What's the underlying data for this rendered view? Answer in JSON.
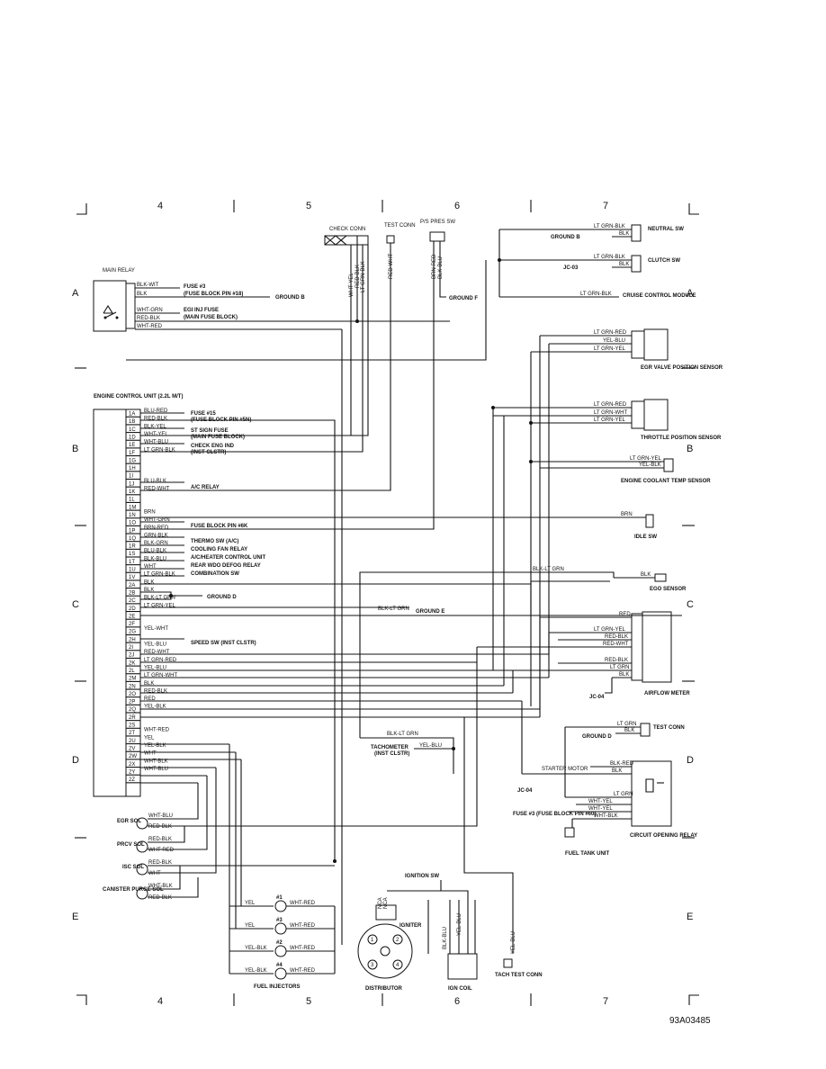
{
  "grid": {
    "columns": [
      "4",
      "5",
      "6",
      "7"
    ],
    "rows": [
      "A",
      "B",
      "C",
      "D",
      "E"
    ]
  },
  "labels": {
    "main_relay": "MAIN RELAY",
    "ecu_title": "ENGINE CONTROL UNIT (2.2L M/T)",
    "check_conn": "CHECK CONN",
    "test_conn": "TEST CONN",
    "ps_pres_sw": "P/S PRES SW",
    "ground_b": "GROUND B",
    "ground_f": "GROUND F",
    "ground_d": "GROUND D",
    "ground_e": "GROUND E",
    "fuse3": "FUSE #3",
    "fuse3_pin": "(FUSE BLOCK PIN #18)",
    "egi_inj_fuse": "EGI INJ FUSE",
    "main_fuse_block": "(MAIN FUSE BLOCK)",
    "neutral_sw": "NEUTRAL SW",
    "clutch_sw": "CLUTCH SW",
    "cruise_control_module": "CRUISE CONTROL MODULE",
    "egr_valve_position_sensor": "EGR VALVE POSITION SENSOR",
    "throttle_position_sensor": "THROTTLE POSITION SENSOR",
    "engine_coolant_temp_sensor": "ENGINE COOLANT TEMP SENSOR",
    "idle_sw": "IDLE SW",
    "ego_sensor": "EGO SENSOR",
    "airflow_meter": "AIRFLOW METER",
    "test_conn_right": "TEST CONN",
    "starter_motor": "STARTER MOTOR",
    "circuit_opening_relay": "CIRCUIT OPENING RELAY",
    "fuse3_60": "FUSE #3 (FUSE BLOCK PIN #60)",
    "fuel_tank_unit": "FUEL TANK UNIT",
    "jc03": "JC-03",
    "jc04": "JC-04",
    "fuse15": "FUSE #15",
    "fuse15_pin": "(FUSE BLOCK PIN #5N)",
    "st_sign_fuse": "ST SIGN FUSE",
    "check_eng_ind": "CHECK ENG IND",
    "inst_clstr": "(INST CLSTR)",
    "ac_relay": "A/C RELAY",
    "fuse_block_pin_6k": "FUSE BLOCK PIN #6K",
    "thermo_sw": "THERMO SW (A/C)",
    "cooling_fan_relay": "COOLING FAN RELAY",
    "ac_heater_control": "A/C/HEATER CONTROL UNIT",
    "rear_wdo_defog": "REAR WDO DEFOG RELAY",
    "combination_sw": "COMBINATION SW",
    "speed_sw": "SPEED SW (INST CLSTR)",
    "tachometer": "TACHOMETER",
    "egr_sol": "EGR SOL",
    "prcv_sol": "PRCV SOL",
    "isc_sol": "ISC SOL",
    "canister_purge_sol": "CANISTER PURGE SOL",
    "fuel_injectors": "FUEL INJECTORS",
    "ignition_sw": "IGNITION SW",
    "igniter": "IGNITER",
    "distributor": "DISTRIBUTOR",
    "ign_coil": "IGN COIL",
    "tach_test_conn": "TACH TEST CONN",
    "diagram_code": "93A03485"
  },
  "ecu_pins": [
    "1A",
    "1B",
    "1C",
    "1D",
    "1E",
    "1F",
    "1G",
    "1H",
    "1I",
    "1J",
    "1K",
    "1L",
    "1M",
    "1N",
    "1O",
    "1P",
    "1Q",
    "1R",
    "1S",
    "1T",
    "1U",
    "1V",
    "2A",
    "2B",
    "2C",
    "2D",
    "2E",
    "2F",
    "2G",
    "2H",
    "2I",
    "2J",
    "2K",
    "2L",
    "2M",
    "2N",
    "2O",
    "2P",
    "2Q",
    "2R",
    "2S",
    "2T",
    "2U",
    "2V",
    "2W",
    "2X",
    "2Y",
    "2Z"
  ],
  "ecu_wires": [
    {
      "pin": "1A",
      "color": "BLU-RED"
    },
    {
      "pin": "1B",
      "color": "RED-BLK"
    },
    {
      "pin": "1C",
      "color": "BLK-YEL"
    },
    {
      "pin": "1D",
      "color": "WHT-YEL"
    },
    {
      "pin": "1E",
      "color": "WHT-BLU"
    },
    {
      "pin": "1F",
      "color": "LT GRN-BLK"
    },
    {
      "pin": "1J",
      "color": "BLU-BLK"
    },
    {
      "pin": "1K",
      "color": "RED-WHT"
    },
    {
      "pin": "1N",
      "color": "BRN"
    },
    {
      "pin": "1O",
      "color": "WHT-GRN"
    },
    {
      "pin": "1P",
      "color": "BRN-RED"
    },
    {
      "pin": "1Q",
      "color": "GRN-BLK"
    },
    {
      "pin": "1R",
      "color": "BLK-GRN"
    },
    {
      "pin": "1S",
      "color": "BLU-BLK"
    },
    {
      "pin": "1T",
      "color": "BLK-BLU"
    },
    {
      "pin": "1U",
      "color": "WHT"
    },
    {
      "pin": "1V",
      "color": "LT GRN-BLK"
    },
    {
      "pin": "2A",
      "color": "BLK"
    },
    {
      "pin": "2B",
      "color": "BLK"
    },
    {
      "pin": "2C",
      "color": "BLK-LT GRN"
    },
    {
      "pin": "2D",
      "color": "LT GRN-YEL"
    },
    {
      "pin": "2G",
      "color": "YEL-WHT"
    },
    {
      "pin": "2I",
      "color": "YEL-BLU"
    },
    {
      "pin": "2J",
      "color": "RED-WHT"
    },
    {
      "pin": "2K",
      "color": "LT GRN-RED"
    },
    {
      "pin": "2L",
      "color": "YEL-BLU"
    },
    {
      "pin": "2M",
      "color": "LT GRN-WHT"
    },
    {
      "pin": "2N",
      "color": "BLK"
    },
    {
      "pin": "2O",
      "color": "RED-BLK"
    },
    {
      "pin": "2P",
      "color": "RED"
    },
    {
      "pin": "2Q",
      "color": "YEL-BLK"
    },
    {
      "pin": "2T",
      "color": "WHT-RED"
    },
    {
      "pin": "2U",
      "color": "YEL"
    },
    {
      "pin": "2V",
      "color": "YEL-BLK"
    },
    {
      "pin": "2W",
      "color": "WHT"
    },
    {
      "pin": "2X",
      "color": "WHT-BLK"
    },
    {
      "pin": "2Y",
      "color": "WHT-BLU"
    }
  ],
  "wire_colors": {
    "blk_wit": "BLK-WIT",
    "blk": "BLK",
    "wht_grn": "WHT-GRN",
    "red_blk": "RED-BLK",
    "wht_red": "WHT-RED",
    "wht_yel": "WHT-YEL",
    "red_wht": "RED-WHT",
    "brn_red": "BRN-RED",
    "blk_blu": "BLK-BLU",
    "lt_grn_blk": "LT GRN-BLK",
    "lt_grn_red": "LT GRN-RED",
    "yel_blu": "YEL-BLU",
    "lt_grn_yel": "LT GRN-YEL",
    "lt_grn_wht": "LT GRN-WHT",
    "yel_blk": "YEL-BLK",
    "brn": "BRN",
    "blk_lt_grn": "BLK-LT GRN",
    "red": "RED",
    "lt_grn": "LT GRN",
    "blk_red": "BLK-RED",
    "wht_blk": "WHT-BLK",
    "wht_blu": "WHT-BLU",
    "yel": "YEL",
    "wht": "WHT",
    "blk_lt_grn_2": "BLK-LT GRN",
    "nca": "NCA"
  },
  "injectors": [
    "#1",
    "#3",
    "#2",
    "#4"
  ],
  "dist_terms": [
    "1",
    "2",
    "3",
    "4"
  ]
}
